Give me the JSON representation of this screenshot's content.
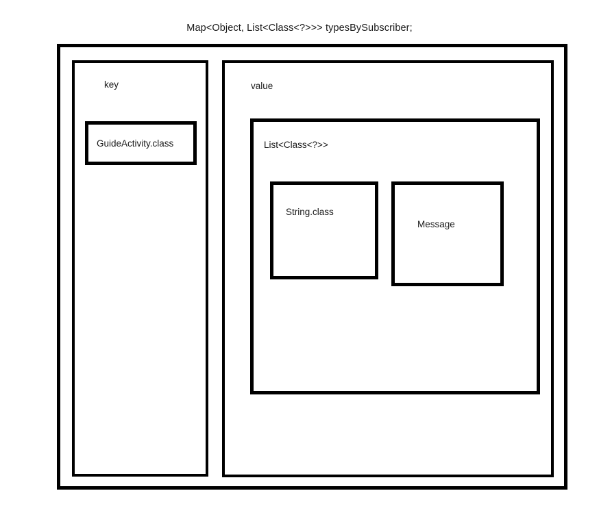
{
  "diagram": {
    "title": "Map<Object, List<Class<?>>> typesBySubscriber;",
    "map_container": {
      "name": "typesBySubscriber-map",
      "columns": [
        {
          "label": "key",
          "entries": [
            {
              "label": "GuideActivity.class"
            }
          ]
        },
        {
          "label": "value",
          "entries": [
            {
              "label": "List<Class<?>>",
              "items": [
                {
                  "label": "String.class"
                },
                {
                  "label": "Message"
                }
              ]
            }
          ]
        }
      ]
    },
    "style": {
      "stroke_color": "#000000",
      "text_color": "#1a1a1a",
      "background_color": "#ffffff"
    }
  }
}
